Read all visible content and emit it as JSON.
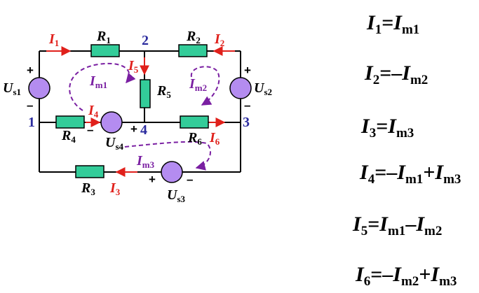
{
  "circuit": {
    "nodes": [
      "1",
      "2",
      "3",
      "4"
    ],
    "resistors": [
      {
        "name": "R",
        "sub": "1"
      },
      {
        "name": "R",
        "sub": "2"
      },
      {
        "name": "R",
        "sub": "3"
      },
      {
        "name": "R",
        "sub": "4"
      },
      {
        "name": "R",
        "sub": "5"
      },
      {
        "name": "R",
        "sub": "6"
      }
    ],
    "sources": [
      {
        "name": "U",
        "sub": "s1",
        "plus": "+",
        "minus": "–"
      },
      {
        "name": "U",
        "sub": "s2",
        "plus": "+",
        "minus": "–"
      },
      {
        "name": "U",
        "sub": "s3",
        "plus": "+",
        "minus": "–"
      },
      {
        "name": "U",
        "sub": "s4",
        "plus": "+",
        "minus": "–"
      }
    ],
    "branch_currents": [
      {
        "name": "I",
        "sub": "1"
      },
      {
        "name": "I",
        "sub": "2"
      },
      {
        "name": "I",
        "sub": "3"
      },
      {
        "name": "I",
        "sub": "4"
      },
      {
        "name": "I",
        "sub": "5"
      },
      {
        "name": "I",
        "sub": "6"
      }
    ],
    "mesh_currents": [
      {
        "name": "I",
        "sub": "m1"
      },
      {
        "name": "I",
        "sub": "m2"
      },
      {
        "name": "I",
        "sub": "m3"
      }
    ],
    "colors": {
      "wire": "#000000",
      "resistor_fill": "#33cc99",
      "source_fill": "#b48cf0",
      "node_label": "#2b2b9e",
      "branch_current": "#e0201b",
      "mesh_current": "#7a1fa2"
    }
  },
  "equations": [
    {
      "lhs": "I",
      "lhs_sub": "1",
      "rhs": [
        {
          "sign": "=",
          "sym": "I",
          "sub": "m1"
        }
      ]
    },
    {
      "lhs": "I",
      "lhs_sub": "2",
      "rhs": [
        {
          "sign": "=–",
          "sym": "I",
          "sub": "m2"
        }
      ]
    },
    {
      "lhs": "I",
      "lhs_sub": "3",
      "rhs": [
        {
          "sign": "=",
          "sym": "I",
          "sub": "m3"
        }
      ]
    },
    {
      "lhs": "I",
      "lhs_sub": "4",
      "rhs": [
        {
          "sign": "=–",
          "sym": "I",
          "sub": "m1"
        },
        {
          "sign": "+",
          "sym": "I",
          "sub": "m3"
        }
      ]
    },
    {
      "lhs": "I",
      "lhs_sub": "5",
      "rhs": [
        {
          "sign": "=",
          "sym": "I",
          "sub": "m1"
        },
        {
          "sign": "–",
          "sym": "I",
          "sub": "m2"
        }
      ]
    },
    {
      "lhs": "I",
      "lhs_sub": "6",
      "rhs": [
        {
          "sign": "=–",
          "sym": "I",
          "sub": "m2"
        },
        {
          "sign": "+",
          "sym": "I",
          "sub": "m3"
        }
      ]
    }
  ]
}
